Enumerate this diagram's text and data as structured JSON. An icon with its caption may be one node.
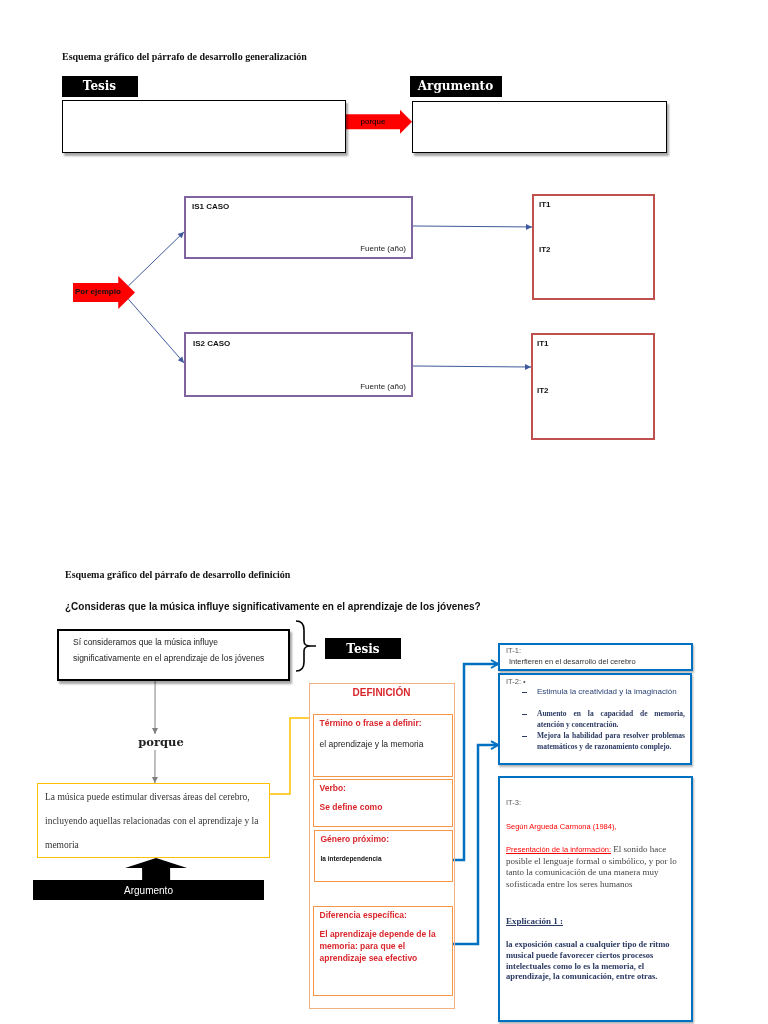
{
  "diagram": {
    "title": "Esquema gráfico del párrafo de desarrollo generalización",
    "nodes": [
      {
        "text": [
          "Tesis"
        ]
      },
      {
        "text": [
          "Argumento"
        ]
      },
      {
        "text": [
          "Por ejemplo"
        ]
      },
      {
        "text": [
          "IS1 CASO",
          "Fuente (año)"
        ]
      },
      {
        "text": [
          "IT1",
          "IT2"
        ]
      },
      {
        "text": [
          "IS2 CASO",
          "Fuente (año)"
        ]
      },
      {
        "text": [
          "IT1",
          "IT2"
        ]
      },
      {
        "text": [
          "Sí consideramos que la música influye significativamente en el aprendizaje de los jóvenes"
        ]
      },
      {
        "text": [
          "Tesis"
        ]
      },
      {
        "text": [
          "porque"
        ]
      },
      {
        "text": [
          "La música puede estimular diversas áreas del cerebro, incluyendo aquellas relacionadas con el aprendizaje y la memoria"
        ]
      },
      {
        "text": [
          "Argumento"
        ]
      },
      {
        "text": [
          "DEFINICIÓN"
        ]
      },
      {
        "text": [
          "Término o frase a definir:",
          "el aprendizaje y la memoria"
        ],
        "in": 12
      },
      {
        "text": [
          "Verbo:",
          "Se define como"
        ],
        "in": 12
      },
      {
        "text": [
          "Género próximo:",
          "la interdependencia"
        ],
        "in": 12
      },
      {
        "text": [
          "Diferencia específica:",
          "El aprendizaje depende de la memoria: para que el aprendizaje sea efectivo"
        ],
        "in": 12
      },
      {
        "text": [
          "IT-1:",
          "Interfieren en el desarrollo del cerebro"
        ]
      },
      {
        "text": [
          "IT-2: •",
          "Estimula la creatividad y la imaginación",
          "Aumento en la capacidad de memoria, atención y concentración.",
          "Mejora la habilidad para resolver problemas matemáticos y de razonamiento complejo."
        ]
      },
      {
        "text": [
          "IT-3:",
          "Según Argueda Carmona (1984),",
          "*Presentación de la información:* El sonido hace posible el lenguaje formal o simbólico, y por lo tanto la comunicación de una manera muy sofisticada entre los seres humanos",
          "Explicación 1 :",
          "la exposición casual a cualquier tipo de ritmo musical puede favorecer ciertos procesos intelectuales como lo es la memoria, el aprendizaje, la comunicación, entre otras."
        ]
      }
    ],
    "edges": [
      {
        "from": 0,
        "to": 1,
        "arrow": "to",
        "label": "porque",
        "style": "thick",
        "color": "#ff0000"
      },
      {
        "from": 2,
        "to": 3,
        "arrow": "to"
      },
      {
        "from": 2,
        "to": 5,
        "arrow": "to"
      },
      {
        "from": 3,
        "to": 4,
        "arrow": "to"
      },
      {
        "from": 5,
        "to": 6,
        "arrow": "to"
      },
      {
        "from": 7,
        "to": 9,
        "arrow": "to",
        "color": "#7f7f7f"
      },
      {
        "from": 9,
        "to": 10,
        "arrow": "to",
        "color": "#7f7f7f"
      },
      {
        "from": 11,
        "to": 10,
        "arrow": "to",
        "style": "thick",
        "color": "#000000"
      },
      {
        "from": 10,
        "to": 12,
        "arrow": "none",
        "color": "#ffc000"
      },
      {
        "from": 15,
        "to": 17,
        "arrow": "to",
        "color": "#0070c0"
      },
      {
        "from": 16,
        "to": 18,
        "arrow": "to",
        "color": "#0070c0"
      }
    ],
    "labels": [
      "Esquema gráfico del párrafo de desarrollo definición",
      "¿Consideras que la música influye significativamente en el aprendizaje de los jóvenes?"
    ]
  }
}
